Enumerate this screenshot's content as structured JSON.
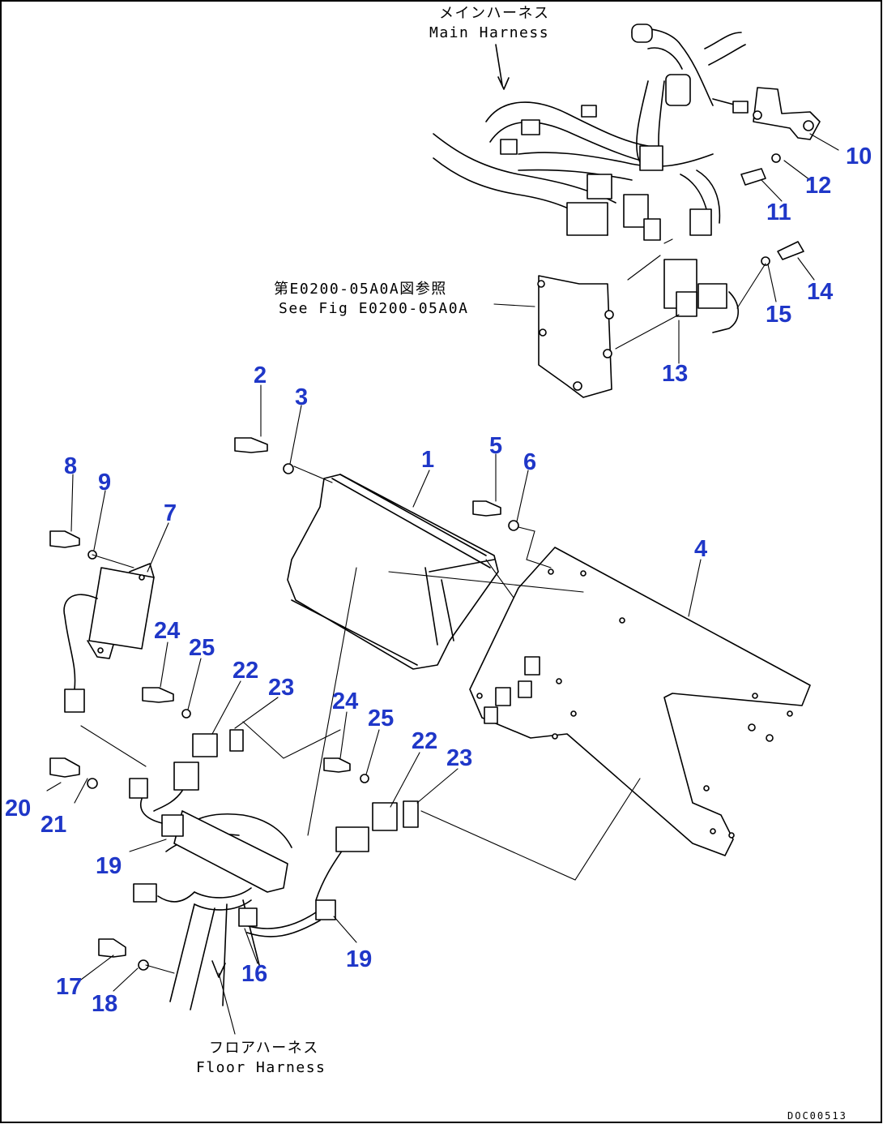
{
  "notes": {
    "main_harness_jp": "メインハーネス",
    "main_harness_en": "Main Harness",
    "see_fig_jp": "第E0200-05A0A図参照",
    "see_fig_en": "See Fig E0200-05A0A",
    "floor_harness_jp": "フロアハーネス",
    "floor_harness_en": "Floor Harness"
  },
  "drawing_code": "DOC00513",
  "callouts": {
    "n1": "1",
    "n2": "2",
    "n3": "3",
    "n4": "4",
    "n5": "5",
    "n6": "6",
    "n7": "7",
    "n8": "8",
    "n9": "9",
    "n10": "10",
    "n11": "11",
    "n12": "12",
    "n13": "13",
    "n14": "14",
    "n15": "15",
    "n16": "16",
    "n17": "17",
    "n18": "18",
    "n19a": "19",
    "n19b": "19",
    "n20": "20",
    "n21": "21",
    "n22a": "22",
    "n22b": "22",
    "n23a": "23",
    "n23b": "23",
    "n24a": "24",
    "n24b": "24",
    "n25a": "25",
    "n25b": "25"
  },
  "colors": {
    "callout": "#1f37c8",
    "line": "#000000",
    "background": "#ffffff"
  }
}
